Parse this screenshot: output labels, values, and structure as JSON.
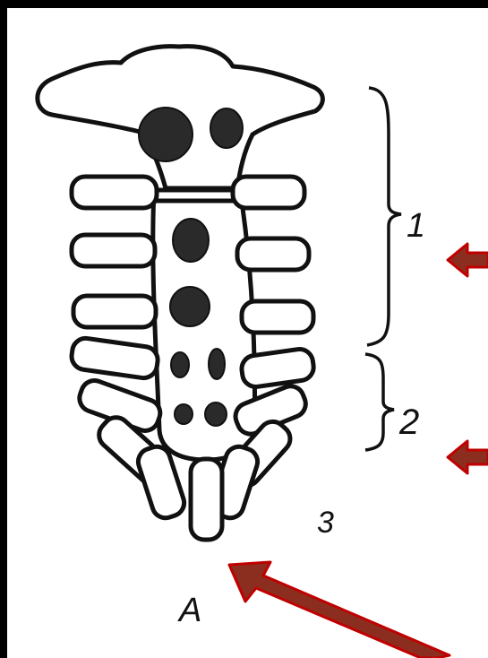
{
  "figure": {
    "labels": {
      "region_1": "1",
      "region_2": "2",
      "region_3": "3",
      "panel": "A"
    },
    "colors": {
      "frame": "#000000",
      "paper": "#ffffff",
      "ink": "#111111",
      "arrow_fill": "#8b2e1f",
      "arrow_stroke": "#c00000"
    }
  }
}
